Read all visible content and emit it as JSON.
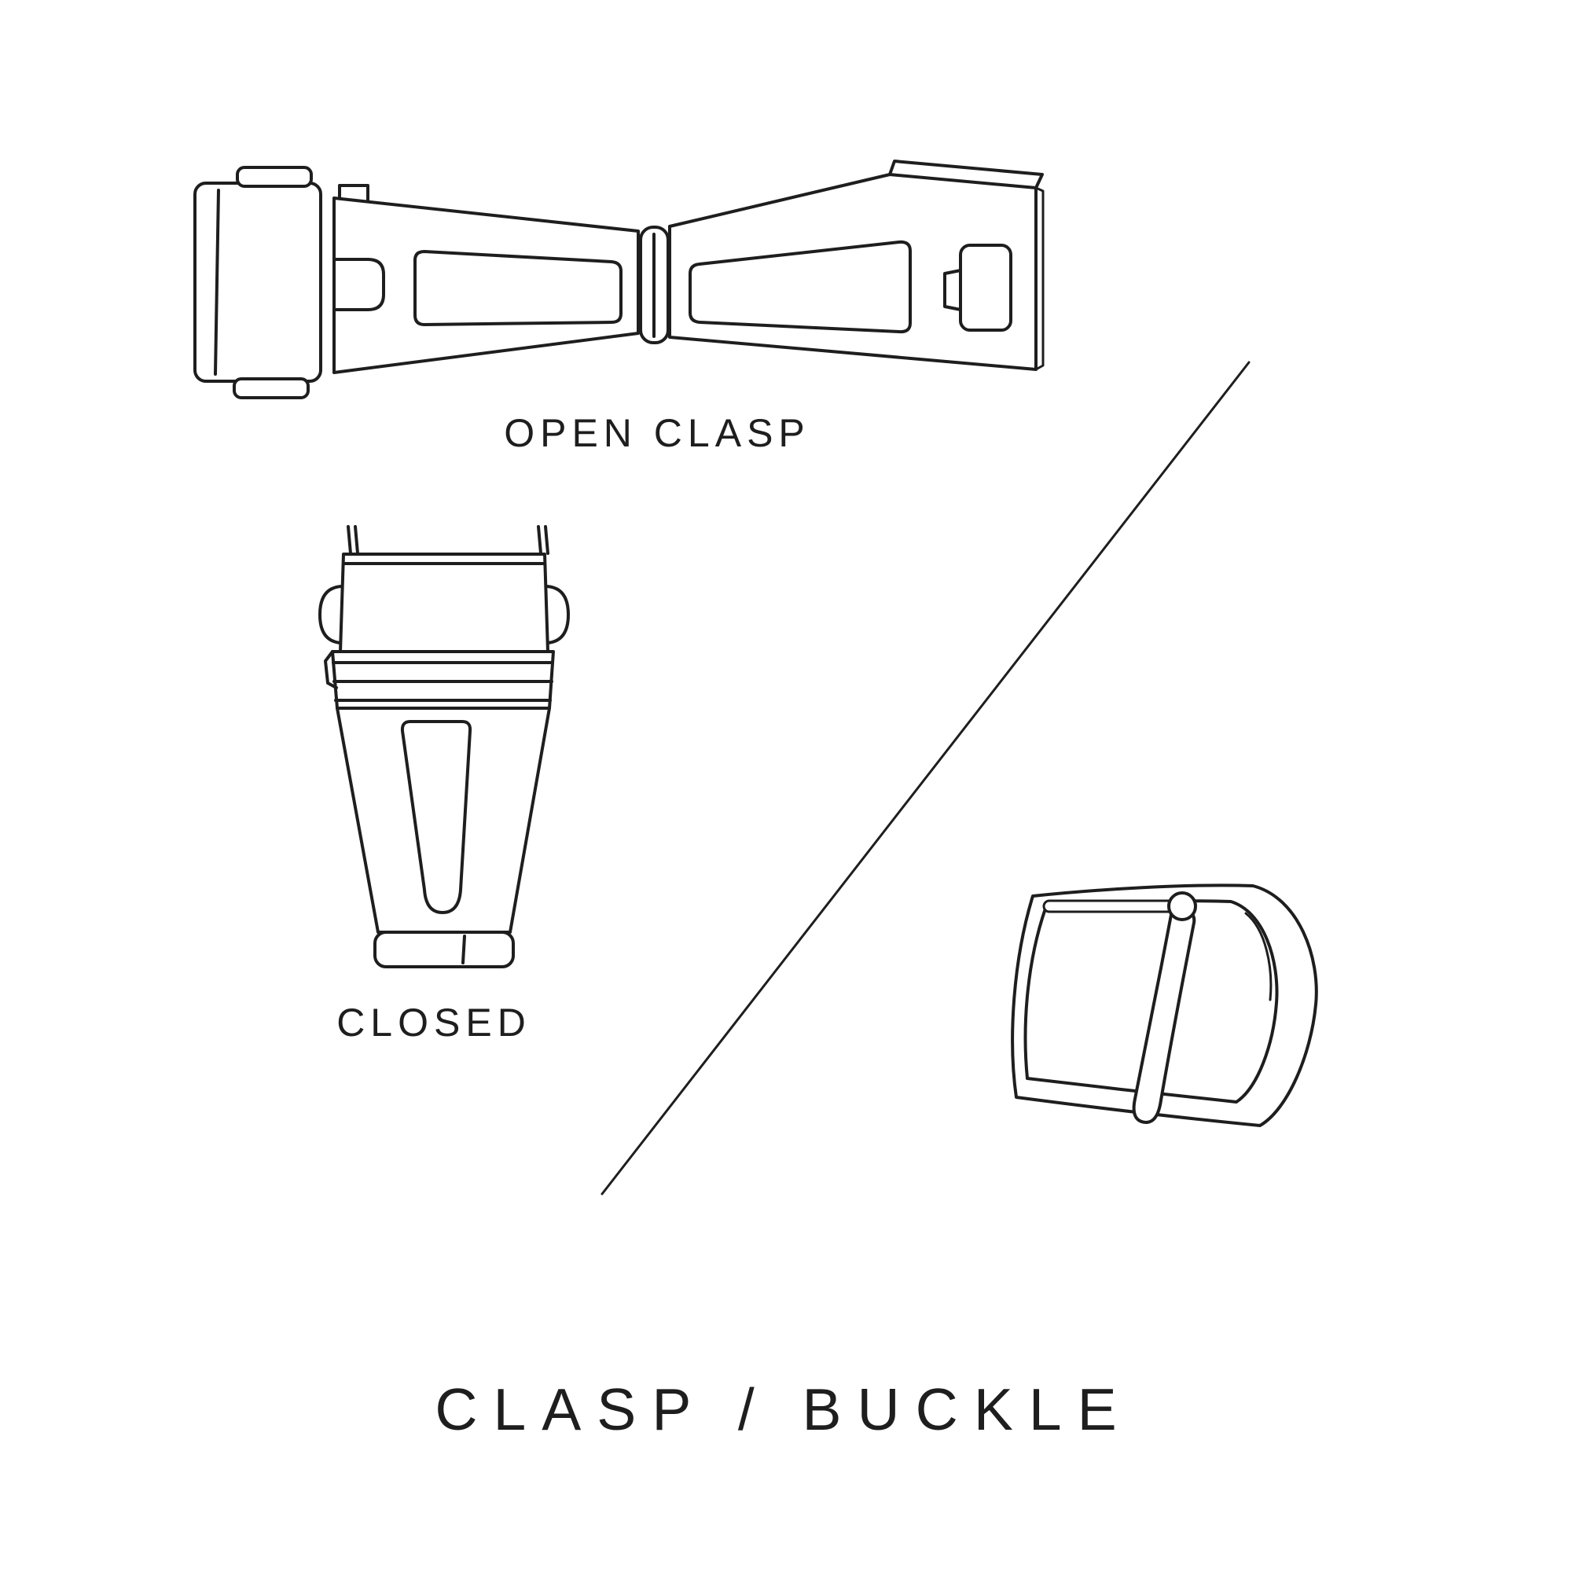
{
  "page": {
    "background_color": "#ffffff",
    "line_color": "#1e1e1e",
    "text_color": "#1e1e1e"
  },
  "labels": {
    "open_clasp": "OPEN CLASP",
    "closed": "CLOSED",
    "title": "CLASP / BUCKLE"
  },
  "illustrations": {
    "open_clasp": "open-deployant-clasp-line-drawing",
    "closed_clasp": "closed-clasp-line-drawing",
    "tang_buckle": "tang-buckle-line-drawing",
    "divider": "diagonal-divider-line"
  }
}
